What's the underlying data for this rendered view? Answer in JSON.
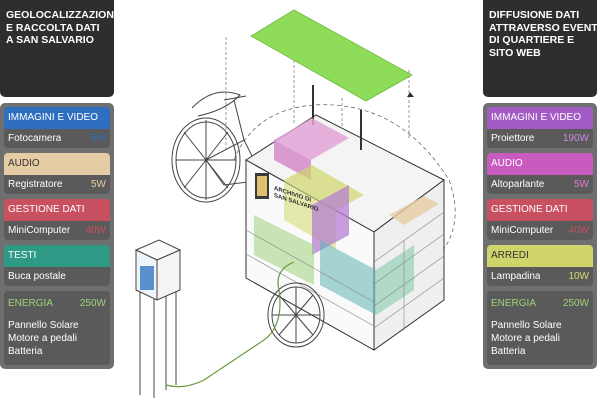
{
  "left": {
    "header_lines": [
      "GEOLOCALIZZAZIONE",
      "E RACCOLTA  DATI",
      "A SAN SALVARIO"
    ],
    "groups": [
      {
        "category": "IMMAGINI E VIDEO",
        "item": "Fotocamera",
        "power": "5W",
        "color": "#2e6fc2",
        "text_color": "#ffffff",
        "power_color": "#2e6fc2"
      },
      {
        "category": "AUDIO",
        "item": "Registratore",
        "power": "5W",
        "color": "#e6cca4",
        "text_color": "#333333",
        "power_color": "#e6cca4"
      },
      {
        "category": "GESTIONE DATI",
        "item": "MiniComputer",
        "power": "40W",
        "color": "#c95060",
        "text_color": "#ffffff",
        "power_color": "#c95060"
      },
      {
        "category": "TESTI",
        "item": "Buca postale",
        "power": "",
        "color": "#2e9a86",
        "text_color": "#ffffff",
        "power_color": "#2e9a86"
      }
    ],
    "energy": {
      "label": "ENERGIA",
      "power": "250W",
      "label_color": "#9fd27a",
      "items": [
        "Pannello Solare",
        "Motore a pedali",
        "Batteria"
      ]
    }
  },
  "right": {
    "header_lines": [
      "DIFFUSIONE DATI",
      "ATTRAVERSO EVENTI",
      "DI QUARTIERE E",
      "SITO WEB"
    ],
    "groups": [
      {
        "category": "IMMAGINI E VIDEO",
        "item": "Proiettore",
        "power": "190W",
        "color": "#a25bc4",
        "text_color": "#ffffff",
        "power_color": "#c58ae0"
      },
      {
        "category": "AUDIO",
        "item": "Altoparlante",
        "power": "5W",
        "color": "#c95bc0",
        "text_color": "#ffffff",
        "power_color": "#e07ad8"
      },
      {
        "category": "GESTIONE DATI",
        "item": "MiniComputer",
        "power": "40W",
        "color": "#c95060",
        "text_color": "#ffffff",
        "power_color": "#c95060"
      },
      {
        "category": "ARREDI",
        "item": "Lampadina",
        "power": "10W",
        "color": "#cfd56a",
        "text_color": "#333333",
        "power_color": "#d6dc74"
      }
    ],
    "energy": {
      "label": "ENERGIA",
      "power": "250W",
      "label_color": "#9fd27a",
      "items": [
        "Pannello Solare",
        "Motore a pedali",
        "Batteria"
      ]
    }
  },
  "cart": {
    "sign_lines": [
      "ARCHIVIO DI",
      "SAN SALVARIO"
    ]
  },
  "colors": {
    "solar_panel": "#8fdc5a",
    "lines": "#3a3a3a",
    "cable": "#6a9a3a"
  }
}
